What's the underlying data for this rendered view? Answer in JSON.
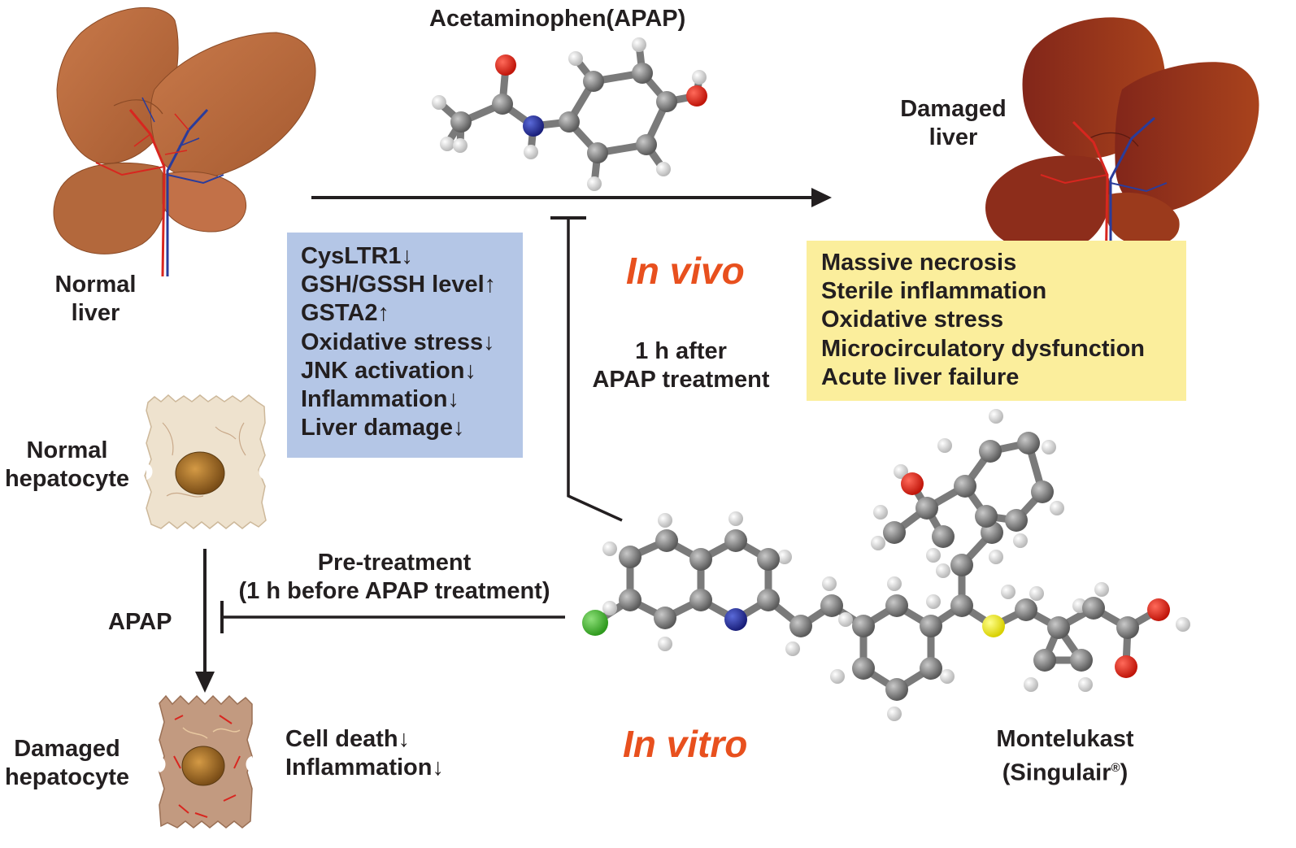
{
  "drug_top": {
    "name": "Acetaminophen(APAP)"
  },
  "normal_liver": {
    "line1": "Normal",
    "line2": "liver"
  },
  "damaged_liver": {
    "line1": "Damaged",
    "line2": "liver"
  },
  "effects_box": {
    "color": "#b4c6e6",
    "items": [
      "CysLTR1↓",
      "GSH/GSSH level↑",
      "GSTA2↑",
      "Oxidative stress↓",
      "JNK activation↓",
      "Inflammation↓",
      "Liver damage↓"
    ]
  },
  "damage_box": {
    "color": "#fbee9c",
    "items": [
      "Massive necrosis",
      "Sterile inflammation",
      "Oxidative stress",
      "Microcirculatory dysfunction",
      "Acute liver failure"
    ]
  },
  "in_vivo": "In vivo",
  "in_vitro": "In vitro",
  "post_treatment": {
    "line1": "1 h after",
    "line2": "APAP treatment"
  },
  "pre_treatment": {
    "line1": "Pre-treatment",
    "line2": "(1 h before APAP treatment)"
  },
  "normal_hepatocyte": {
    "line1": "Normal",
    "line2": "hepatocyte"
  },
  "damaged_hepatocyte": {
    "line1": "Damaged",
    "line2": "hepatocyte"
  },
  "apap_label": "APAP",
  "cell_effects": {
    "line1": "Cell death↓",
    "line2": "Inflammation↓"
  },
  "drug_bottom": {
    "line1": "Montelukast",
    "line2_main": "(Singulair",
    "line2_sup": "®",
    "line2_end": ")"
  },
  "colors": {
    "accent_italic": "#e8501e",
    "liver_normal": "#b8663a",
    "liver_damaged": "#8e2f1c"
  }
}
